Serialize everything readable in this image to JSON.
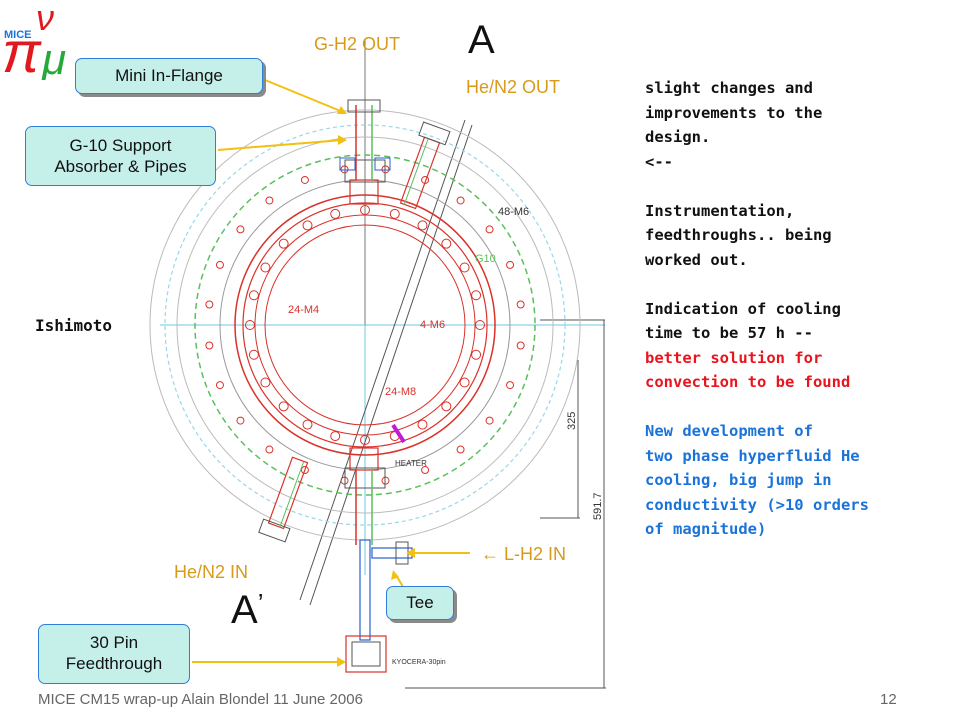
{
  "slide": {
    "logo_letters": {
      "pi": "π",
      "nu": "ν",
      "mu": "μ",
      "mice": "MICE"
    },
    "labels": {
      "g_h2_out": "G-H2 OUT",
      "he_n2_out": "He/N2 OUT",
      "he_n2_in": "He/N2 IN",
      "l_h2_in": "L-H2 IN",
      "section_a": "A",
      "section_a_prime": "A",
      "prime": "’",
      "ishimoto": "Ishimoto"
    },
    "callouts": {
      "mini_in_flange": "Mini In-Flange",
      "g10_line1": "G-10 Support",
      "g10_line2": "Absorber & Pipes",
      "tee": "Tee",
      "feed_line1": "30 Pin",
      "feed_line2": "Feedthrough"
    },
    "drawing_labels": {
      "m6_48": "48-M6",
      "g10": "G10",
      "m4_24": "24-M4",
      "m6_4": "4-M6",
      "m8_24": "24-M8",
      "heater": "HEATER",
      "dim_325": "325",
      "dim_5917": "591.7",
      "kyocera": "KYOCERA-30pin"
    },
    "notes": {
      "black": [
        "slight changes and",
        "improvements to the",
        "design.",
        "<--",
        "",
        "Instrumentation,",
        "feedthroughs.. being",
        "worked out.",
        "",
        "Indication of cooling",
        "time to be 57 h --"
      ],
      "red": [
        "better solution for",
        "convection to be found"
      ],
      "blue": [
        "New development of",
        "two phase hyperfluid He",
        "cooling, big jump in",
        "conductivity (>10 orders",
        "of magnitude)"
      ]
    },
    "footer": {
      "left": "MICE CM15 wrap-up Alain Blondel  11 June 2006",
      "page_number": "12"
    },
    "colors": {
      "callout_fill": "#c5efe9",
      "callout_border": "#2f7fd6",
      "label_orange": "#d99a1a",
      "arrow_yellow": "#f2c011",
      "red_text": "#e8141e",
      "blue_text": "#1a73d9"
    }
  }
}
